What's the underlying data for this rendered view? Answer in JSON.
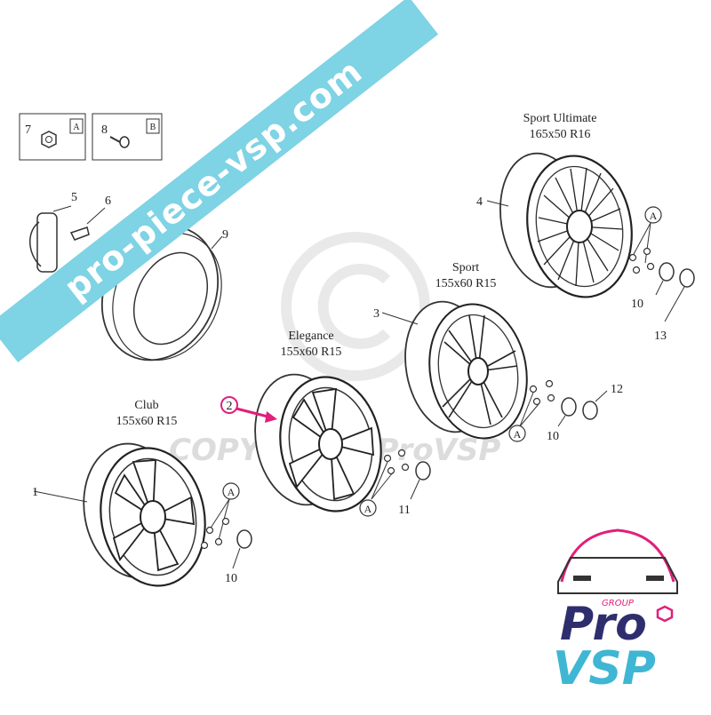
{
  "parts": {
    "p1": "1",
    "p2": "2",
    "p3": "3",
    "p4": "4",
    "p5": "5",
    "p6": "6",
    "p7": "7",
    "p8": "8",
    "p9": "9",
    "p10a": "10",
    "p10b": "10",
    "p10c": "10",
    "p11": "11",
    "p12": "12",
    "p13": "13"
  },
  "callouts": {
    "a": "A",
    "b": "B"
  },
  "wheels": {
    "club": {
      "name": "Club",
      "size": "155x60 R15"
    },
    "elegance": {
      "name": "Elegance",
      "size": "155x60 R15"
    },
    "sport": {
      "name": "Sport",
      "size": "155x60 R15"
    },
    "ultimate": {
      "name": "Sport Ultimate",
      "size": "165x50 R16"
    }
  },
  "watermark": {
    "banner": "pro-piece-vsp.com",
    "text": "COPYRIGHT ProVSP"
  },
  "logo": {
    "group": "GROUP",
    "pro": "Pro",
    "vsp": "VSP"
  },
  "colors": {
    "highlight": "#e0207a",
    "banner": "#7ed3e4",
    "logo_blue": "#2e2e6e",
    "logo_cyan": "#3fb6d3",
    "logo_pink": "#e0207a"
  }
}
